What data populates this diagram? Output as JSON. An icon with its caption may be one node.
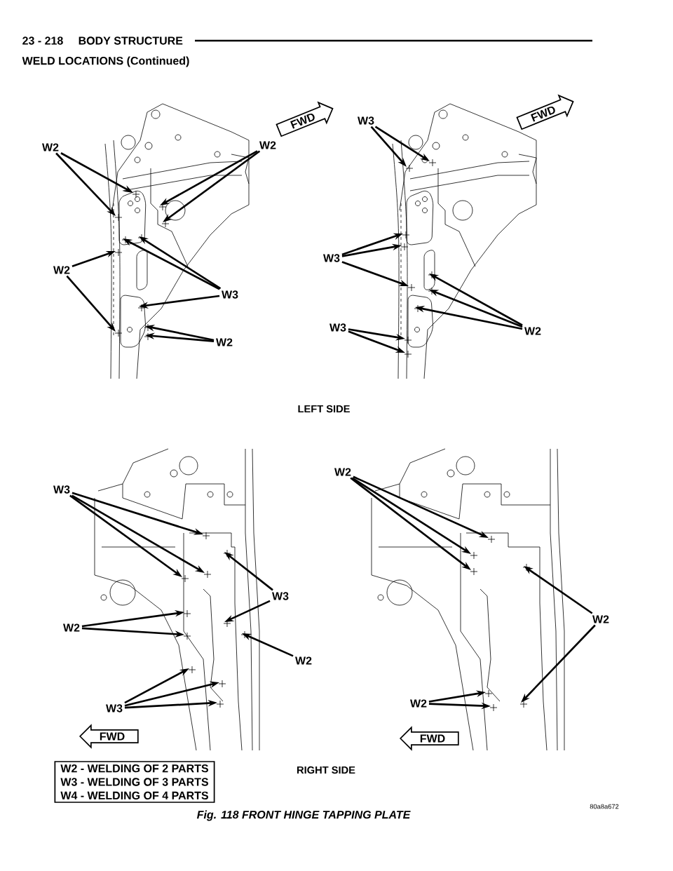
{
  "diagram": {
    "caption": "Fig. 118 FRONT HINGE TAPPING PLATE",
    "nodes": [
      {
        "text": [
          "W2"
        ]
      },
      {
        "text": [
          "W2"
        ]
      },
      {
        "text": [
          "FWD"
        ]
      },
      {
        "text": [
          "W3"
        ]
      },
      {
        "text": [
          "FWD"
        ]
      },
      {
        "text": [
          "W2"
        ]
      },
      {
        "text": [
          "W3"
        ]
      },
      {
        "text": [
          "W3"
        ]
      },
      {
        "text": [
          "W2"
        ]
      },
      {
        "text": [
          "W3"
        ]
      },
      {
        "text": [
          "W2"
        ]
      },
      {
        "text": [
          "W3"
        ]
      },
      {
        "text": [
          "W2"
        ]
      },
      {
        "text": [
          "W3"
        ]
      },
      {
        "text": [
          "W2"
        ]
      },
      {
        "text": [
          "W2"
        ]
      },
      {
        "text": [
          "W2"
        ]
      },
      {
        "text": [
          "W2"
        ]
      },
      {
        "text": [
          "W3"
        ]
      },
      {
        "text": [
          "FWD"
        ]
      },
      {
        "text": [
          "FWD"
        ]
      },
      {
        "text": [
          "W2 - WELDING OF 2 PARTS",
          "W3 - WELDING OF 3 PARTS",
          "W4 - WELDING OF 4 PARTS"
        ]
      }
    ],
    "edges": [
      {
        "from": 0,
        "to": null,
        "arrow": "to"
      },
      {
        "from": 0,
        "to": null,
        "arrow": "to"
      },
      {
        "from": 1,
        "to": null,
        "arrow": "to"
      },
      {
        "from": 1,
        "to": null,
        "arrow": "to"
      },
      {
        "from": 3,
        "to": null,
        "arrow": "to"
      },
      {
        "from": 3,
        "to": null,
        "arrow": "to"
      },
      {
        "from": 5,
        "to": null,
        "arrow": "to"
      },
      {
        "from": 5,
        "to": null,
        "arrow": "to"
      },
      {
        "from": 6,
        "to": null,
        "arrow": "to"
      },
      {
        "from": 6,
        "to": null,
        "arrow": "to"
      },
      {
        "from": 6,
        "to": null,
        "arrow": "to"
      },
      {
        "from": 7,
        "to": null,
        "arrow": "to"
      },
      {
        "from": 7,
        "to": null,
        "arrow": "to"
      },
      {
        "from": 7,
        "to": null,
        "arrow": "to"
      },
      {
        "from": 8,
        "to": null,
        "arrow": "to"
      },
      {
        "from": 8,
        "to": null,
        "arrow": "to"
      },
      {
        "from": 8,
        "to": null,
        "arrow": "to"
      },
      {
        "from": 9,
        "to": null,
        "arrow": "to"
      },
      {
        "from": 9,
        "to": null,
        "arrow": "to"
      },
      {
        "from": 10,
        "to": null,
        "arrow": "to"
      },
      {
        "from": 10,
        "to": null,
        "arrow": "to"
      },
      {
        "from": 11,
        "to": null,
        "arrow": "to"
      },
      {
        "from": 11,
        "to": null,
        "arrow": "to"
      },
      {
        "from": 11,
        "to": null,
        "arrow": "to"
      },
      {
        "from": 12,
        "to": null,
        "arrow": "to"
      },
      {
        "from": 12,
        "to": null,
        "arrow": "to"
      },
      {
        "from": 12,
        "to": null,
        "arrow": "to"
      },
      {
        "from": 13,
        "to": null,
        "arrow": "to"
      },
      {
        "from": 13,
        "to": null,
        "arrow": "to"
      },
      {
        "from": 14,
        "to": null,
        "arrow": "to"
      },
      {
        "from": 14,
        "to": null,
        "arrow": "to"
      },
      {
        "from": 15,
        "to": null,
        "arrow": "to"
      },
      {
        "from": 15,
        "to": null,
        "arrow": "to"
      },
      {
        "from": 16,
        "to": null,
        "arrow": "to"
      },
      {
        "from": 17,
        "to": null,
        "arrow": "to"
      },
      {
        "from": 17,
        "to": null,
        "arrow": "to"
      },
      {
        "from": 18,
        "to": null,
        "arrow": "to"
      },
      {
        "from": 18,
        "to": null,
        "arrow": "to"
      },
      {
        "from": 18,
        "to": null,
        "arrow": "to"
      }
    ],
    "labels": [
      "23 - 218",
      "BODY STRUCTURE",
      "WELD LOCATIONS (Continued)",
      "LEFT SIDE",
      "RIGHT SIDE",
      "80a8a672"
    ]
  }
}
